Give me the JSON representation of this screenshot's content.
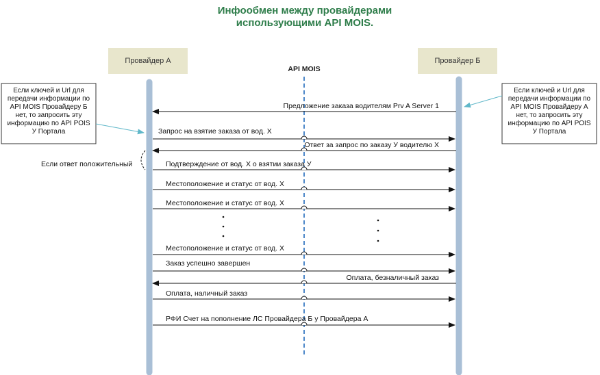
{
  "title": {
    "line1": "Инфообмен между провайдерами",
    "line2": "использующими API MOIS."
  },
  "actors": {
    "a": "Провайдер А",
    "b": "Провайдер Б",
    "api": "API MOIS"
  },
  "notes": {
    "left": [
      "Если ключей и Url для",
      "передачи информации по",
      "API MOIS Провайдеру Б",
      "нет, то запросить эту",
      "информацию по API POIS",
      "У Портала"
    ],
    "right": [
      "Если ключей и Url для",
      "передачи информации по",
      "API MOIS Провайдеру А",
      "нет, то запросить эту",
      "информацию по API POIS",
      "У Портала"
    ]
  },
  "condition": "Если ответ положительный",
  "messages": [
    {
      "label": "Предложение заказа водителям Prv A Server 1",
      "direction": "to-a"
    },
    {
      "label": "Запрос на взятие заказа от вод. Х",
      "direction": "to-b"
    },
    {
      "label": "Ответ за запрос по заказу У водителю Х",
      "direction": "to-a"
    },
    {
      "label": "Подтверждение от вод. Х о взятии заказа У",
      "direction": "to-b"
    },
    {
      "label": "Местоположение и статус от вод. Х",
      "direction": "to-b"
    },
    {
      "label": "Местоположение и статус от вод. Х",
      "direction": "to-b"
    },
    {
      "label": "Местоположение и статус от вод. Х",
      "direction": "to-b"
    },
    {
      "label": "Заказ успешно завершен",
      "direction": "to-b"
    },
    {
      "label": "Оплата, безналичный заказ",
      "direction": "to-a"
    },
    {
      "label": "Оплата, наличный заказ",
      "direction": "to-b"
    },
    {
      "label": "РФИ Счет на пополнение ЛС Провайдера Б у Провайдера А",
      "direction": "to-b"
    }
  ],
  "colors": {
    "title": "#2e7d4a",
    "actor_box": "#e8e6cc",
    "lifeline": "#a9bfd6",
    "api_line": "#4a86c8",
    "arrow": "#111111",
    "note_link": "#5fb7c9"
  },
  "icons": [
    "arrowhead",
    "lifeline-bar",
    "ellipsis-dots"
  ]
}
